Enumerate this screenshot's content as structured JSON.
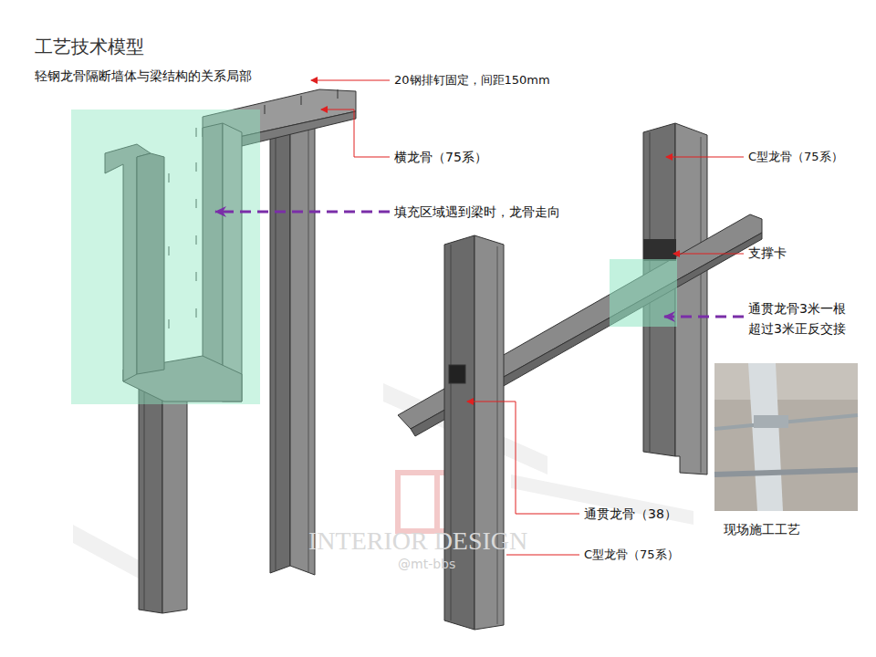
{
  "diagram": {
    "title": "工艺技术模型",
    "labels": [
      "轻钢龙骨隔断墙体与梁结构的关系局部",
      "20钢排钉固定，间距150mm",
      "横龙骨（75系）",
      "填充区域遇到梁时，龙骨走向",
      "C型龙骨（75系）",
      "支撑卡",
      "通贯龙骨3米一根 超过3米正反交接",
      "通贯龙骨（38）",
      "C型龙骨（75系）",
      "现场施工工艺",
      "INTERIOR DESIGN",
      "@mt-bbs"
    ]
  }
}
